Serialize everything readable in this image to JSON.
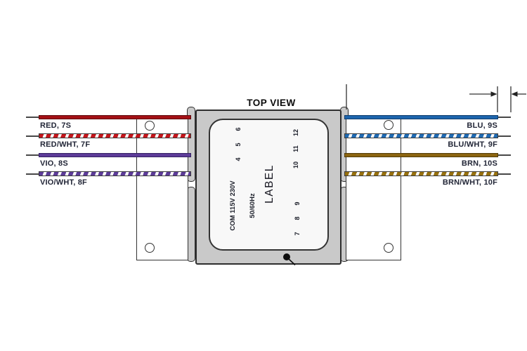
{
  "title": "TOP VIEW",
  "transformer": {
    "label": "LABEL",
    "ratings_line1": "COM 115V 230V",
    "ratings_line2": "50/60Hz",
    "pin_groups": {
      "primary_top": [
        "6",
        "5",
        "4"
      ],
      "secondary_top": [
        "12",
        "11",
        "10"
      ],
      "secondary_bottom": [
        "9",
        "8",
        "7"
      ]
    }
  },
  "left_wires": [
    {
      "label": "RED, 7S",
      "type": "solid",
      "color": "#a31116",
      "border": "#5e0a0c"
    },
    {
      "label": "RED/WHT, 7F",
      "type": "striped",
      "color": "#c3161b",
      "border": "#6e0c0e"
    },
    {
      "label": "VIO, 8S",
      "type": "solid",
      "color": "#5d3c98",
      "border": "#352264"
    },
    {
      "label": "VIO/WHT, 8F",
      "type": "striped",
      "color": "#5d3c98",
      "border": "#352264"
    }
  ],
  "right_wires": [
    {
      "label": "BLU, 9S",
      "type": "solid",
      "color": "#1d65ad",
      "border": "#0f3c6b"
    },
    {
      "label": "BLU/WHT, 9F",
      "type": "striped",
      "color": "#1f6ab2",
      "border": "#0f3c6b"
    },
    {
      "label": "BRN, 10S",
      "type": "solid",
      "color": "#8c6511",
      "border": "#523c08"
    },
    {
      "label": "BRN/WHT, 10F",
      "type": "striped",
      "color": "#96700f",
      "border": "#523c08"
    }
  ],
  "colors": {
    "body_fill": "#c9c9c9",
    "label_fill": "#f8f8f8",
    "outline": "#2e2e2e",
    "text": "#222637"
  }
}
